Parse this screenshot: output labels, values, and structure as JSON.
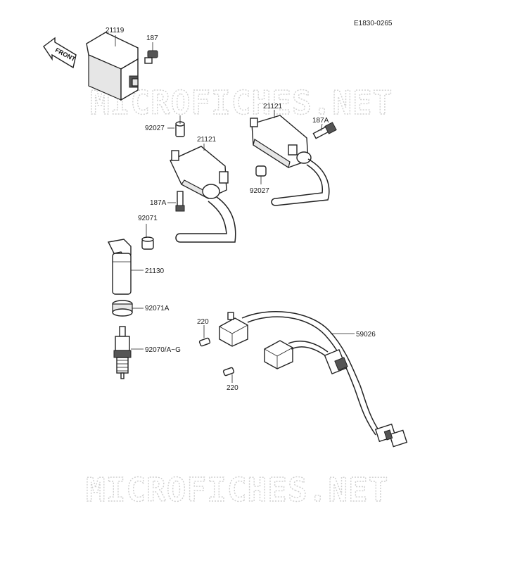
{
  "diagram_code": "E1830-0265",
  "front_label": "FRONT",
  "watermark": "MICROFICHES.NET",
  "callouts": {
    "ignitor": "21119",
    "ignitor_screw": "187",
    "cap_left": "92027",
    "coil_left": "21121",
    "bolt_left": "187A",
    "coil_right": "21121",
    "bolt_right": "187A",
    "cap_right": "92027",
    "boot_seal": "92071",
    "plug_cap": "21130",
    "plug_seal": "92071A",
    "spark_plug": "92070/A~G",
    "screw_upper": "220",
    "screw_lower": "220",
    "harness": "59026"
  }
}
